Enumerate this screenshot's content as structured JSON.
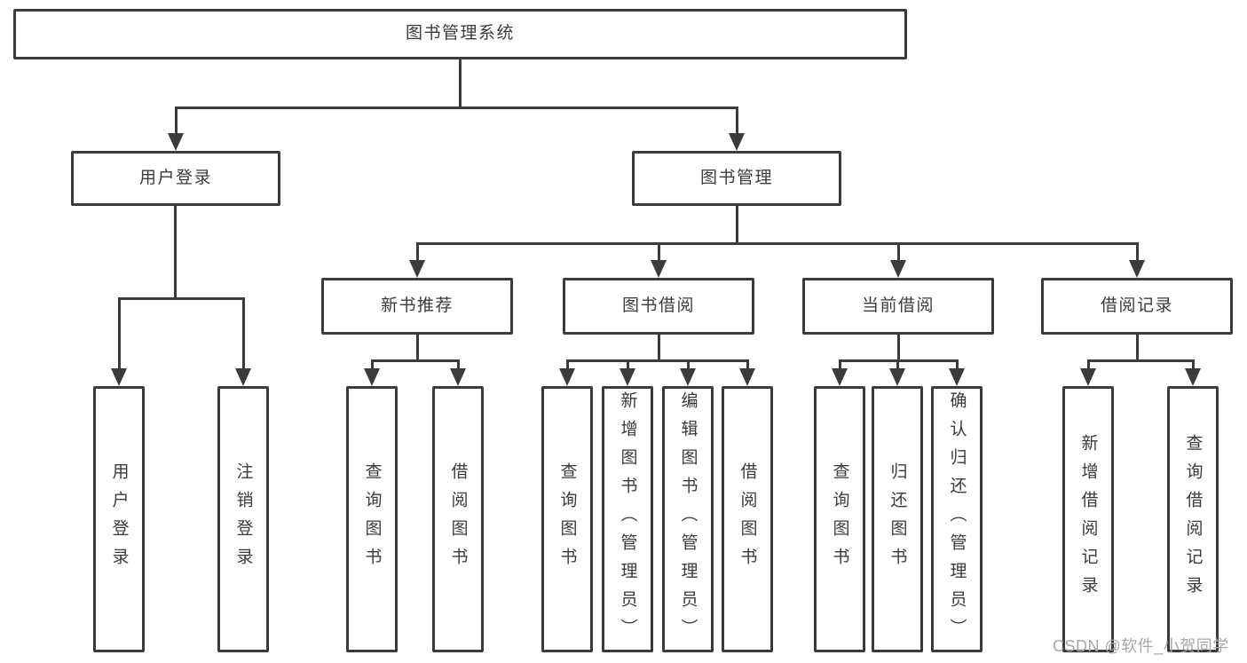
{
  "diagram": {
    "title_node": {
      "label": "图书管理系统"
    },
    "level1": [
      {
        "id": "user-login",
        "label": "用户登录"
      },
      {
        "id": "book-management",
        "label": "图书管理"
      }
    ],
    "level2": [
      {
        "id": "new-book-recommend",
        "label": "新书推荐"
      },
      {
        "id": "book-borrow",
        "label": "图书借阅"
      },
      {
        "id": "current-borrow",
        "label": "当前借阅"
      },
      {
        "id": "borrow-records",
        "label": "借阅记录"
      }
    ],
    "level3": {
      "user_login_children": [
        {
          "label": "用户登录"
        },
        {
          "label": "注销登录"
        }
      ],
      "new_book_children": [
        {
          "label": "查询图书"
        },
        {
          "label": "借阅图书"
        }
      ],
      "book_borrow_children": [
        {
          "label": "查询图书"
        },
        {
          "label": "新增图书（管理员）"
        },
        {
          "label": "编辑图书（管理员）"
        },
        {
          "label": "借阅图书"
        }
      ],
      "current_borrow_children": [
        {
          "label": "查询图书"
        },
        {
          "label": "归还图书"
        },
        {
          "label": "确认归还（管理员）"
        }
      ],
      "borrow_records_children": [
        {
          "label": "新增借阅记录"
        },
        {
          "label": "查询借阅记录"
        }
      ]
    }
  },
  "watermark": {
    "text": "CSDN @软件_小贺同学"
  },
  "colors": {
    "line": "#3b3b3b",
    "text": "#3b3b3b",
    "background": "#ffffff",
    "watermark": "#a8a8a8"
  }
}
